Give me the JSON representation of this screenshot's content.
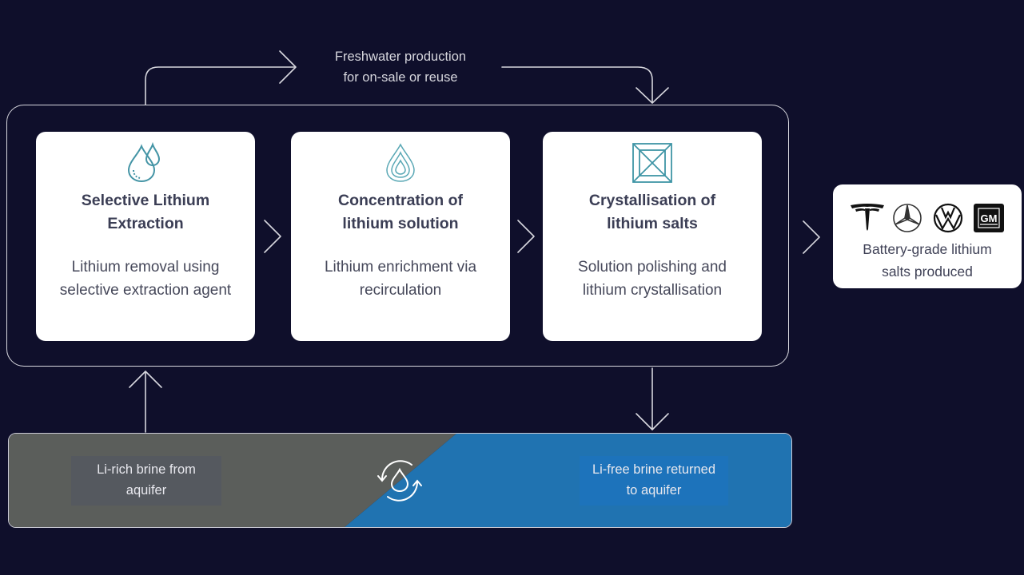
{
  "freshwater": {
    "line1": "Freshwater production",
    "line2": "for on-sale or reuse"
  },
  "steps": [
    {
      "icon": "water-droplets-icon",
      "title_line1": "Selective Lithium",
      "title_line2": "Extraction",
      "desc_line1": "Lithium removal using",
      "desc_line2": "selective extraction agent"
    },
    {
      "icon": "concentric-droplet-icon",
      "title_line1": "Concentration of",
      "title_line2": "lithium solution",
      "desc_line1": "Lithium enrichment via",
      "desc_line2": "recirculation"
    },
    {
      "icon": "crystal-cube-icon",
      "title_line1": "Crystallisation of",
      "title_line2": "lithium salts",
      "desc_line1": "Solution polishing and",
      "desc_line2": "lithium crystallisation"
    }
  ],
  "output": {
    "logos": [
      "tesla-logo",
      "mercedes-benz-logo",
      "volkswagen-logo",
      "gm-logo"
    ],
    "gm_text": "GM",
    "caption_line1": "Battery-grade lithium",
    "caption_line2": "salts produced"
  },
  "brine": {
    "rich_line1": "Li-rich brine from",
    "rich_line2": "aquifer",
    "free_line1": "Li-free brine returned",
    "free_line2": "to aquifer"
  },
  "colors": {
    "background": "#0f0f2b",
    "rich_brine": "#5b5e5b",
    "free_brine": "#2073b1",
    "icon_teal": "#3f95a6"
  }
}
